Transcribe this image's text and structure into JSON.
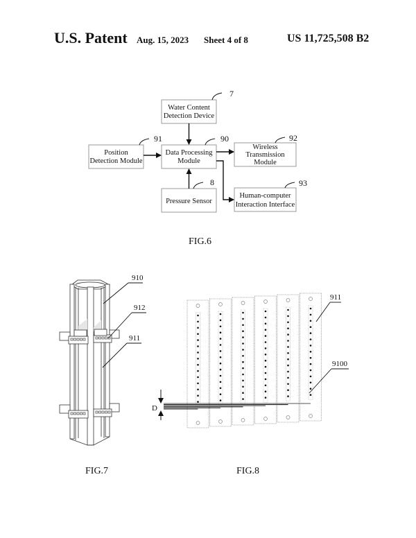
{
  "header": {
    "title": "U.S. Patent",
    "date": "Aug. 15, 2023",
    "sheet": "Sheet 4 of 8",
    "patent_number": "US 11,725,508 B2"
  },
  "fig6": {
    "caption": "FIG.6",
    "blocks": {
      "water_content": {
        "line1": "Water Content",
        "line2": "Detection Device",
        "ref": "7"
      },
      "position": {
        "line1": "Position",
        "line2": "Detection Module",
        "ref": "91"
      },
      "data_processing": {
        "line1": "Data Processing",
        "line2": "Module",
        "ref": "90"
      },
      "wireless": {
        "line1": "Wireless",
        "line2": "Transmission",
        "line3": "Module",
        "ref": "92"
      },
      "pressure": {
        "line1": "Pressure Sensor",
        "ref": "8"
      },
      "hci": {
        "line1": "Human-computer",
        "line2": "Interaction Interface",
        "ref": "93"
      }
    }
  },
  "fig7": {
    "caption": "FIG.7",
    "labels": {
      "a": "910",
      "b": "912",
      "c": "911"
    }
  },
  "fig8": {
    "caption": "FIG.8",
    "labels": {
      "panel": "911",
      "electrode": "9100",
      "spacing": "D"
    },
    "panel_count": 6,
    "dots_per_panel": 15
  }
}
